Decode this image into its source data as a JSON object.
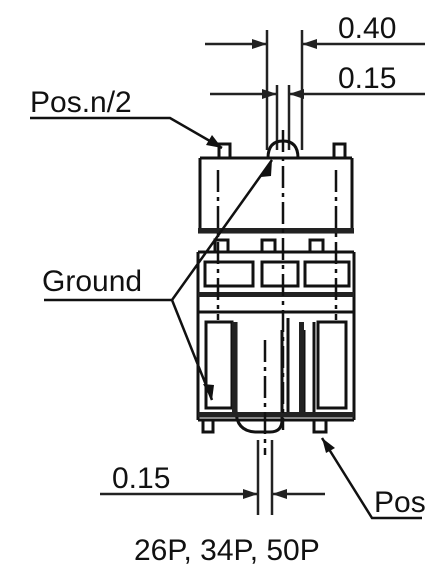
{
  "labels": {
    "dim_top": "0.40",
    "dim_mid": "0.15",
    "dim_bottom": "0.15",
    "pos_half": "Pos.n/2",
    "ground": "Ground",
    "pos_one": "Pos",
    "caption": "26P, 34P, 50P"
  }
}
